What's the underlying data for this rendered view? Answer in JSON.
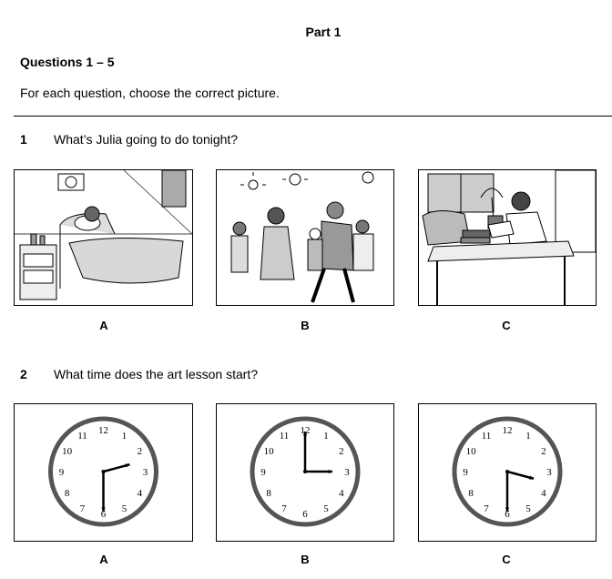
{
  "part_title": "Part 1",
  "questions_heading": "Questions 1 – 5",
  "instruction": "For each question, choose the correct picture.",
  "questions": [
    {
      "number": "1",
      "text": "What’s Julia going to do tonight?",
      "options": [
        {
          "label": "A",
          "image": "woman-sick-in-bed-picture"
        },
        {
          "label": "B",
          "image": "people-dancing-at-party-picture"
        },
        {
          "label": "C",
          "image": "woman-reading-at-table-picture"
        }
      ]
    },
    {
      "number": "2",
      "text": "What time does the art lesson start?",
      "options": [
        {
          "label": "A",
          "image": "clock-half-past-two-picture"
        },
        {
          "label": "B",
          "image": "clock-three-oclock-picture"
        },
        {
          "label": "C",
          "image": "clock-half-past-three-picture"
        }
      ]
    }
  ],
  "clock_numerals": [
    "12",
    "1",
    "2",
    "3",
    "4",
    "5",
    "6",
    "7",
    "8",
    "9",
    "10",
    "11"
  ]
}
